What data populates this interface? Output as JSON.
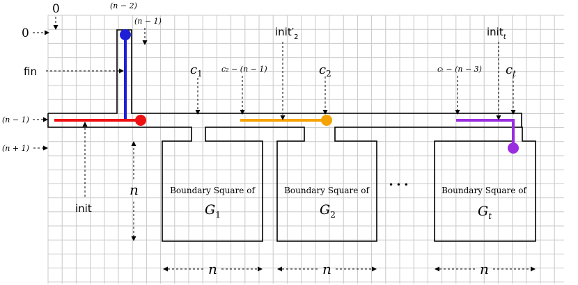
{
  "labels": {
    "zero_col": "0",
    "zero_row": "0",
    "n_minus_2": "(n − 2)",
    "n_minus_1_top": "(n − 1)",
    "fin": "fin",
    "n_minus_1_row": "(n − 1)",
    "n_plus_1_row": "(n + 1)",
    "init": "init",
    "n_side": "n",
    "c1": "c",
    "c1_sub": "1",
    "c2_minus": "c₂ − (n − 1)",
    "init2": "init′",
    "init2_sub": "2",
    "c2": "c",
    "c2_sub": "2",
    "ct_minus": "cₜ − (n − 3)",
    "initt": "init",
    "initt_sub": "t",
    "ct": "c",
    "ct_sub": "t",
    "dots": "• • •",
    "box1_line1": "Boundary Square of",
    "box1_line2": "G",
    "box1_sub": "1",
    "box2_line1": "Boundary Square of",
    "box2_line2": "G",
    "box2_sub": "2",
    "box3_line1": "Boundary Square of",
    "box3_line2": "G",
    "box3_sub": "t",
    "width_n1": "n",
    "width_n2": "n",
    "width_n3": "n"
  },
  "colors": {
    "grid": "#c8c8c8",
    "blue": "#1f1fd6",
    "red": "#ee1111",
    "orange": "#f5a300",
    "purple": "#9a2de0",
    "wall": "#000000"
  }
}
